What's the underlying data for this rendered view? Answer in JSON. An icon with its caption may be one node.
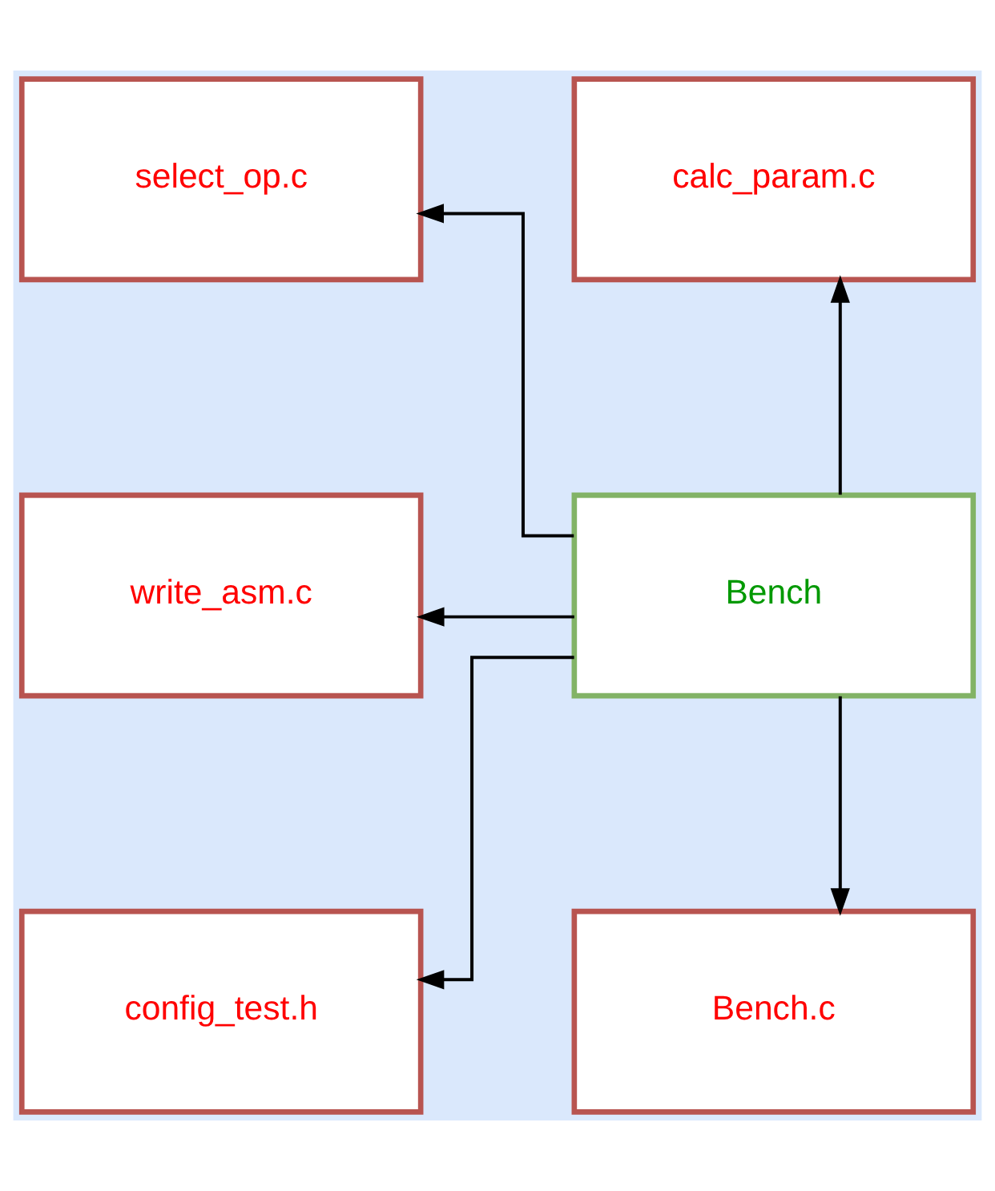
{
  "diagram": {
    "nodes": [
      {
        "text": [
          "select_op.c"
        ]
      },
      {
        "text": [
          "calc_param.c"
        ]
      },
      {
        "text": [
          "write_asm.c"
        ]
      },
      {
        "text": [
          "Bench"
        ]
      },
      {
        "text": [
          "config_test.h"
        ]
      },
      {
        "text": [
          "Bench.c"
        ]
      }
    ],
    "edges": [
      {
        "from": 3,
        "to": 0,
        "arrow": "to"
      },
      {
        "from": 3,
        "to": 1,
        "arrow": "to"
      },
      {
        "from": 3,
        "to": 2,
        "arrow": "to"
      },
      {
        "from": 3,
        "to": 4,
        "arrow": "to"
      },
      {
        "from": 3,
        "to": 5,
        "arrow": "to"
      }
    ]
  }
}
